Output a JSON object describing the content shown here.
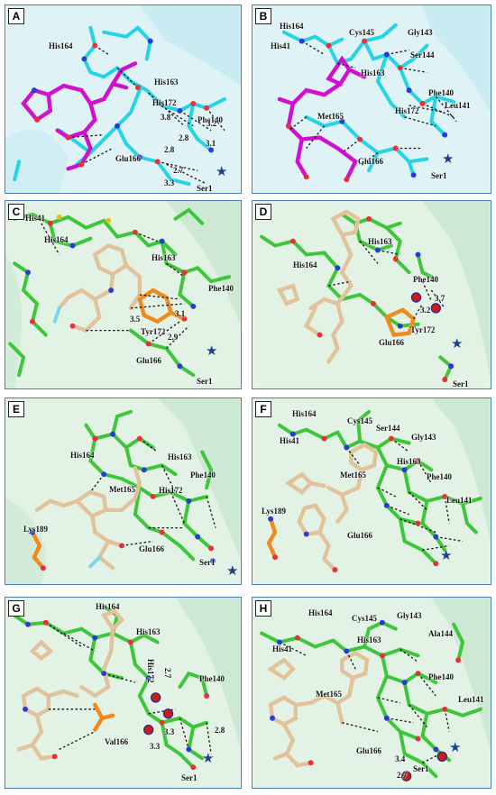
{
  "panels": [
    {
      "letter": "A",
      "bg": "#dff3f7",
      "stick": "#24d4e4",
      "ligand": "#d10fd1",
      "labels": {
        "his164": "His164",
        "his163": "His163",
        "his172": "His172",
        "phe140": "Phe140",
        "glu166": "Glu166",
        "ser1": "Ser1",
        "d1": "3.8",
        "d2": "2.8",
        "d3": "2.8",
        "d4": "3.2",
        "d5": "3.1",
        "d6": "2.7",
        "d7": "3.3"
      }
    },
    {
      "letter": "B",
      "bg": "#dff3f7",
      "stick": "#24d4e4",
      "ligand": "#d10fd1",
      "labels": {
        "his164": "His164",
        "his41": "His41",
        "cys145": "Cys145",
        "gly143": "Gly143",
        "ser144": "Ser144",
        "his163": "His163",
        "phe140": "Phe140",
        "leu141": "Leu141",
        "met165": "Met165",
        "his172": "His172",
        "glu166": "Glu166",
        "ser1": "Ser1"
      }
    },
    {
      "letter": "C",
      "bg": "#e2f3e6",
      "stick": "#3ec63a",
      "ligand": "#e2c29a",
      "labels": {
        "his41": "His41",
        "his164": "His164",
        "his163": "His163",
        "phe140": "Phe140",
        "tyr172": "Tyr172",
        "glu166": "Glu166",
        "ser1": "Ser1",
        "d1": "3.1",
        "d2": "3.5",
        "d3": "2.9"
      }
    },
    {
      "letter": "D",
      "bg": "#e2f3e6",
      "stick": "#3ec63a",
      "ligand": "#e2c29a",
      "labels": {
        "his163": "His163",
        "his164": "His164",
        "phe140": "Phe140",
        "tyr172": "Tyr172",
        "glu166": "Glu166",
        "ser1": "Ser1",
        "d1": "3.7",
        "d2": "3.2"
      }
    },
    {
      "letter": "E",
      "bg": "#e2f3e6",
      "stick": "#3ec63a",
      "ligand": "#e2c29a",
      "labels": {
        "his164": "His164",
        "his163": "His163",
        "phe140": "Phe140",
        "his172": "His172",
        "met165": "Met165",
        "lys189": "Lys189",
        "glu166": "Glu166",
        "ser1": "Ser1"
      }
    },
    {
      "letter": "F",
      "bg": "#e2f3e6",
      "stick": "#3ec63a",
      "ligand": "#e2c29a",
      "labels": {
        "his164": "His164",
        "his41": "His41",
        "cys145": "Cys145",
        "ser144": "Ser144",
        "gly143": "Gly143",
        "his163": "His163",
        "phe140": "Phe140",
        "met165": "Met165",
        "leu141": "Leu141",
        "lys189": "Lys189",
        "glu166": "Glu166"
      }
    },
    {
      "letter": "G",
      "bg": "#e2f3e6",
      "stick": "#3ec63a",
      "ligand": "#e2c29a",
      "labels": {
        "his164": "His164",
        "his163": "His163",
        "his172": "His172",
        "phe140": "Phe140",
        "val166": "Val166",
        "ser1": "Ser1",
        "d1": "2.7",
        "d2": "3.3",
        "d3": "3.3",
        "d4": "2.8"
      }
    },
    {
      "letter": "H",
      "bg": "#e2f3e6",
      "stick": "#3ec63a",
      "ligand": "#e2c29a",
      "labels": {
        "his164": "His164",
        "cys145": "Cys145",
        "gly143": "Gly143",
        "ala144": "Ala144",
        "his41": "His41",
        "his163": "His163",
        "phe140": "Phe140",
        "leu141": "Leu141",
        "met165": "Met165",
        "glu166": "Glu166",
        "ser1": "Ser1",
        "d1": "3.4",
        "d2": "2.7"
      }
    }
  ],
  "colors": {
    "oxygen": "#e8303a",
    "nitrogen": "#2d38d8",
    "hbond": "#111111",
    "star": "#1f3f8a",
    "highlight": "#f08a1c",
    "sulfur": "#e0c020",
    "water": "#d01a1a",
    "fluorine": "#7ad8e8"
  }
}
